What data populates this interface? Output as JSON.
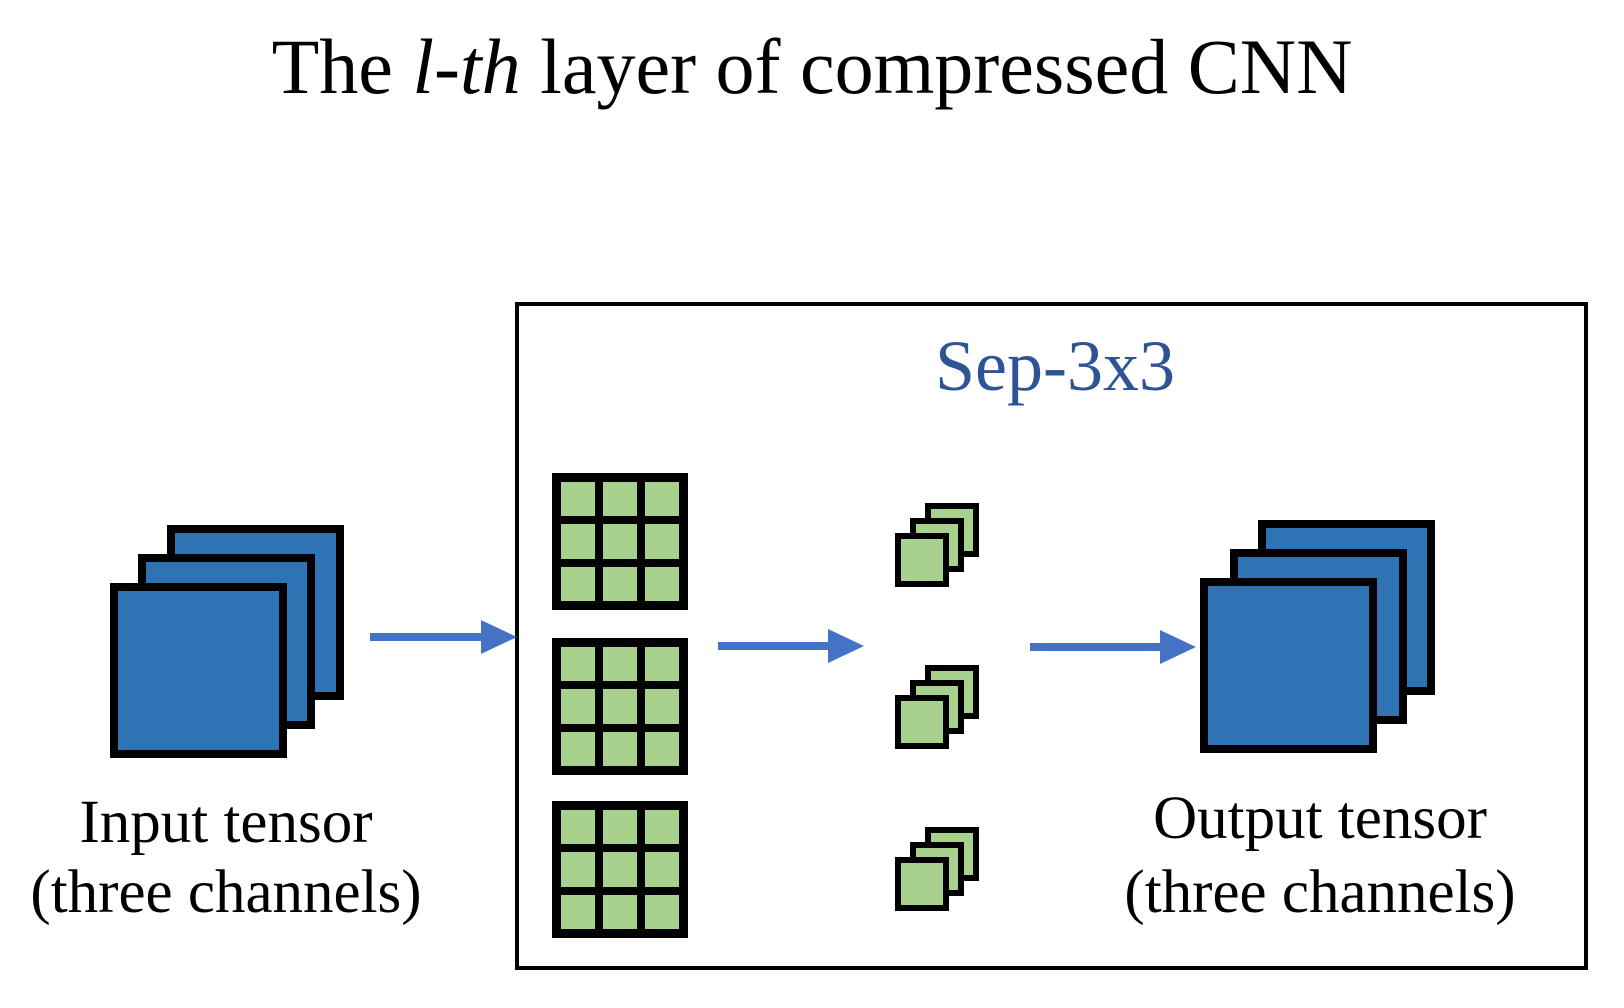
{
  "title": {
    "prefix": "The ",
    "italic": "l-th",
    "suffix": " layer of compressed CNN"
  },
  "sep_block": {
    "label": "Sep-3x3"
  },
  "input_tensor": {
    "caption_line1": "Input tensor",
    "caption_line2": "(three channels)",
    "channels": 3
  },
  "output_tensor": {
    "caption_line1": "Output tensor",
    "caption_line2": "(three channels)",
    "channels": 3
  },
  "filters": {
    "depthwise_grid_count": 3,
    "grid_rows": 3,
    "grid_cols": 3,
    "pointwise_stack_count": 3,
    "squares_per_stack": 3
  },
  "icons": {
    "arrow_1": "right-arrow",
    "arrow_2": "right-arrow",
    "arrow_3": "right-arrow"
  },
  "colors": {
    "tensor-blue": "#2E74B5",
    "arrow-blue": "#4472C4",
    "filter-green": "#A9D18E",
    "label-blue": "#2F5496",
    "ink": "#000000",
    "bg": "#FFFFFF"
  }
}
